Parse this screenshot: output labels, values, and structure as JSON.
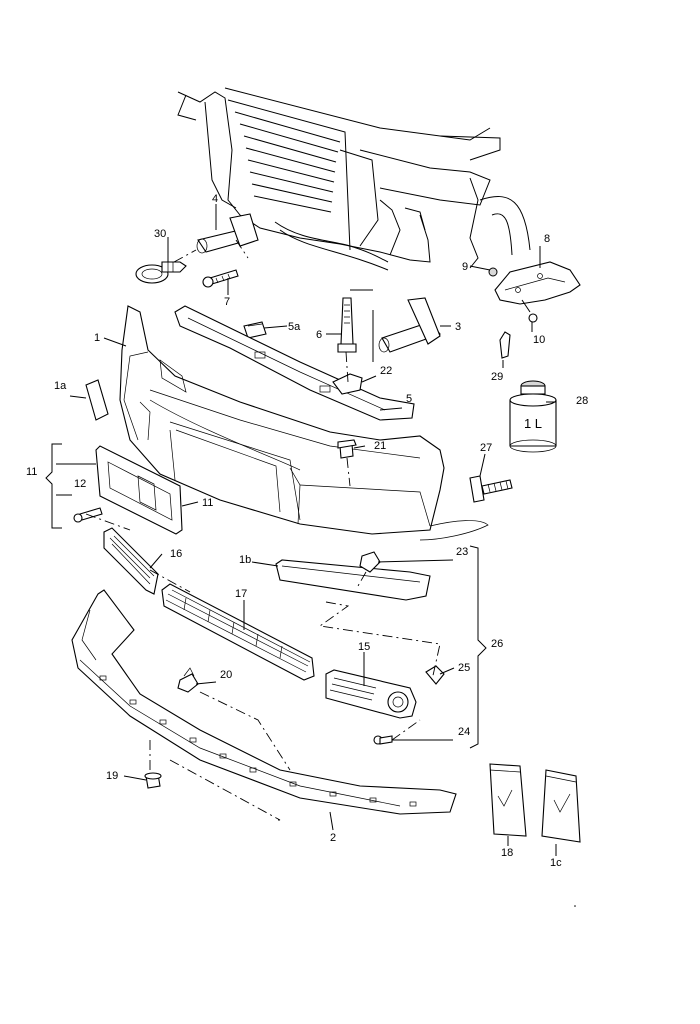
{
  "labels": {
    "l30": "30",
    "l4": "4",
    "l7": "7",
    "l1": "1",
    "l5a": "5a",
    "l6": "6",
    "l3": "3",
    "l8": "8",
    "l9": "9",
    "l10": "10",
    "l29": "29",
    "l22": "22",
    "l1a": "1a",
    "l5": "5",
    "l28": "28",
    "l21": "21",
    "l27": "27",
    "l11a": "11",
    "l12": "12",
    "l11b": "11",
    "l16": "16",
    "l1b": "1b",
    "l23": "23",
    "l17": "17",
    "l26": "26",
    "l15": "15",
    "l25": "25",
    "l20": "20",
    "l24": "24",
    "l19": "19",
    "l2": "2",
    "l18": "18",
    "l1c": "1c"
  },
  "can_text": "1 L"
}
